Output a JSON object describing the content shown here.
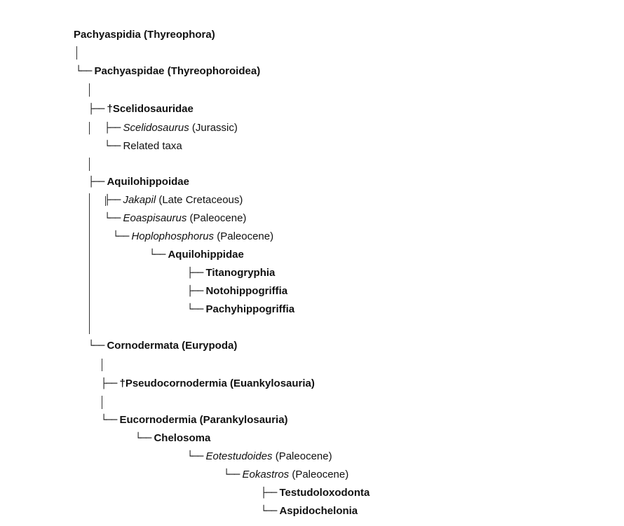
{
  "tree": {
    "rows": [
      {
        "id": "r01",
        "connector": "",
        "dagger": "",
        "name": "Pachyaspidia (Thyreophora)",
        "suffix": "",
        "bold": true,
        "italic": false
      },
      {
        "id": "r02",
        "connector": "└──",
        "dagger": "",
        "name": "Pachyaspidae (Thyreophoroidea)",
        "suffix": "",
        "bold": true,
        "italic": false
      },
      {
        "id": "r03",
        "connector": "├──",
        "dagger": "†",
        "name": "Scelidosauridae",
        "suffix": "",
        "bold": true,
        "italic": false
      },
      {
        "id": "r04",
        "connector": "├──",
        "dagger": "",
        "name": "Scelidosaurus",
        "suffix": " (Jurassic)",
        "bold": false,
        "italic": true
      },
      {
        "id": "r05",
        "connector": "└──",
        "dagger": "",
        "name": "Related taxa",
        "suffix": "",
        "bold": false,
        "italic": false
      },
      {
        "id": "r06",
        "connector": "├──",
        "dagger": "",
        "name": "Aquilohippoidae",
        "suffix": "",
        "bold": true,
        "italic": false
      },
      {
        "id": "r07",
        "connector": "├──",
        "dagger": "",
        "name": "Jakapil",
        "suffix": " (Late Cretaceous)",
        "bold": false,
        "italic": true
      },
      {
        "id": "r08",
        "connector": "└──",
        "dagger": "",
        "name": "Eoaspisaurus",
        "suffix": " (Paleocene)",
        "bold": false,
        "italic": true
      },
      {
        "id": "r09",
        "connector": "└──",
        "dagger": "",
        "name": "Hoplophosphorus",
        "suffix": " (Paleocene)",
        "bold": false,
        "italic": true
      },
      {
        "id": "r10",
        "connector": "└──",
        "dagger": "",
        "name": "Aquilohippidae",
        "suffix": "",
        "bold": true,
        "italic": false
      },
      {
        "id": "r11",
        "connector": "├──",
        "dagger": "",
        "name": "Titanogryphia",
        "suffix": "",
        "bold": true,
        "italic": false
      },
      {
        "id": "r12",
        "connector": "├──",
        "dagger": "",
        "name": "Notohippogriffia",
        "suffix": "",
        "bold": true,
        "italic": false
      },
      {
        "id": "r13",
        "connector": "└──",
        "dagger": "",
        "name": "Pachyhippogriffia",
        "suffix": "",
        "bold": true,
        "italic": false
      },
      {
        "id": "r14",
        "connector": "└──",
        "dagger": "",
        "name": "Cornodermata (Eurypoda)",
        "suffix": "",
        "bold": true,
        "italic": false
      },
      {
        "id": "r15",
        "connector": "├──",
        "dagger": "†",
        "name": "Pseudocornodermia (Euankylosauria)",
        "suffix": "",
        "bold": true,
        "italic": false
      },
      {
        "id": "r16",
        "connector": "└──",
        "dagger": "",
        "name": "Eucornodermia (Parankylosauria)",
        "suffix": "",
        "bold": true,
        "italic": false
      },
      {
        "id": "r17",
        "connector": "└──",
        "dagger": "",
        "name": "Chelosoma",
        "suffix": "",
        "bold": true,
        "italic": false
      },
      {
        "id": "r18",
        "connector": "└──",
        "dagger": "",
        "name": "Eotestudoides",
        "suffix": " (Paleocene)",
        "bold": false,
        "italic": true
      },
      {
        "id": "r19",
        "connector": "└──",
        "dagger": "",
        "name": "Eokastros",
        "suffix": " (Paleocene)",
        "bold": false,
        "italic": true
      },
      {
        "id": "r20",
        "connector": "├──",
        "dagger": "",
        "name": "Testudoloxodonta",
        "suffix": "",
        "bold": true,
        "italic": false
      },
      {
        "id": "r21",
        "connector": "└──",
        "dagger": "",
        "name": "Aspidochelonia",
        "suffix": "",
        "bold": true,
        "italic": false
      }
    ]
  }
}
